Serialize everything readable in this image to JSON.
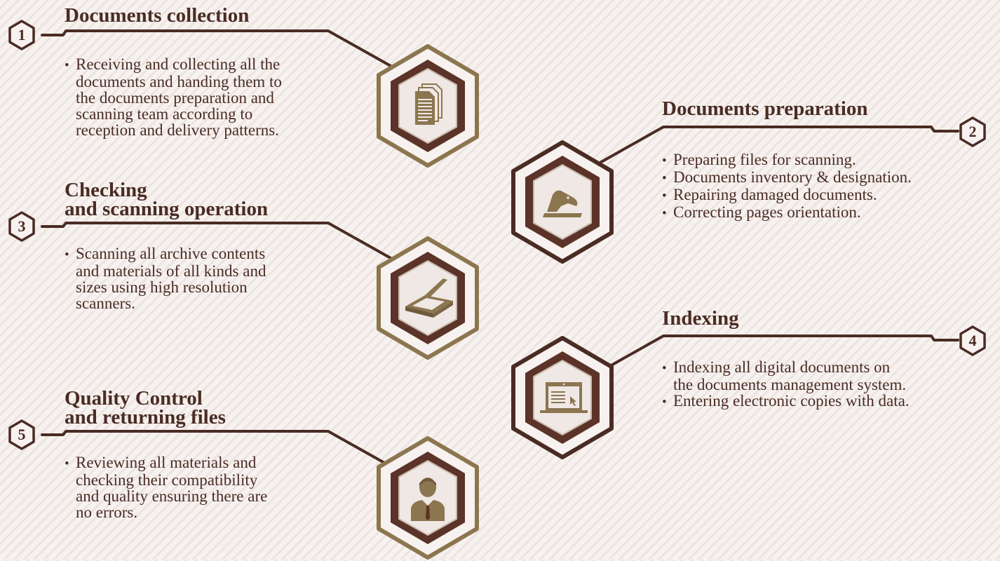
{
  "colors": {
    "brown": "#4a2c24",
    "dark_brown": "#5c3328",
    "gold": "#8c7650",
    "beige": "#c9b9ad"
  },
  "steps": [
    {
      "number": "1",
      "title": "Documents collection",
      "bullets": [
        "Receiving and collecting all the\ndocuments and handing them to\nthe documents preparation and\nscanning team according to\nreception and delivery patterns."
      ],
      "icon": "documents-icon"
    },
    {
      "number": "2",
      "title": "Documents preparation",
      "bullets": [
        "Preparing files for scanning.",
        "Documents inventory & designation.",
        "Repairing damaged documents.",
        "Correcting pages orientation."
      ],
      "icon": "stapler-icon"
    },
    {
      "number": "3",
      "title": "Checking\nand scanning operation",
      "bullets": [
        "Scanning all archive contents\nand materials of all kinds and\nsizes using high resolution\nscanners."
      ],
      "icon": "scanner-icon"
    },
    {
      "number": "4",
      "title": "Indexing",
      "bullets": [
        "Indexing all digital documents on\nthe documents management system.",
        "Entering electronic copies with data."
      ],
      "icon": "laptop-icon"
    },
    {
      "number": "5",
      "title": "Quality Control\nand returning files",
      "bullets": [
        "Reviewing all materials and\nchecking their compatibility\nand quality ensuring there are\nno errors."
      ],
      "icon": "person-icon"
    }
  ]
}
